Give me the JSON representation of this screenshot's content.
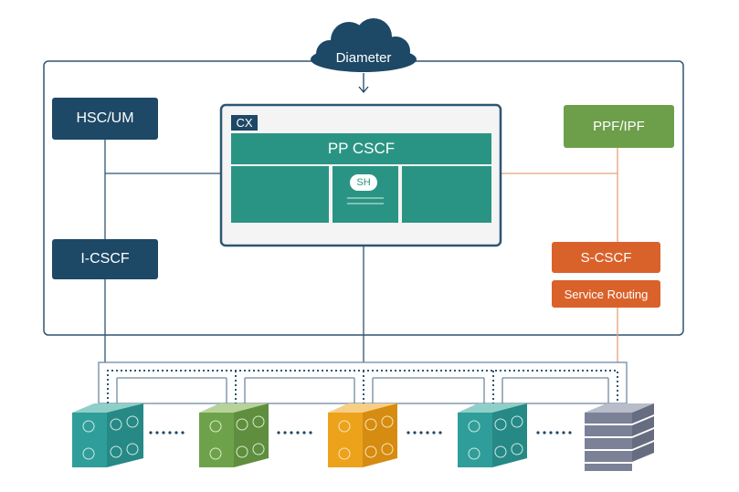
{
  "cloud": {
    "label": "Diameter"
  },
  "left": {
    "hss_label": "HSC/UM",
    "icscf_label": "I-CSCF"
  },
  "center": {
    "cx_label": "CX",
    "pcscf_label": "PP CSCF",
    "sh_label": "SH"
  },
  "right": {
    "pcf_label": "PPF/IPF",
    "scscf_label": "S-CSCF",
    "service_label": "Service Routing"
  },
  "servers": [
    {
      "name": "teal-server-1",
      "color": "#2f9e9a"
    },
    {
      "name": "green-server",
      "color": "#6ea24a"
    },
    {
      "name": "orange-server",
      "color": "#eda21c"
    },
    {
      "name": "teal-server-2",
      "color": "#2f9e9a"
    },
    {
      "name": "gray-storage",
      "color": "#7b8196"
    }
  ],
  "colors": {
    "navy": "#1d4866",
    "teal": "#2a9484",
    "green": "#6d9f4a",
    "orange": "#d9622b",
    "frame": "#2f5572"
  }
}
